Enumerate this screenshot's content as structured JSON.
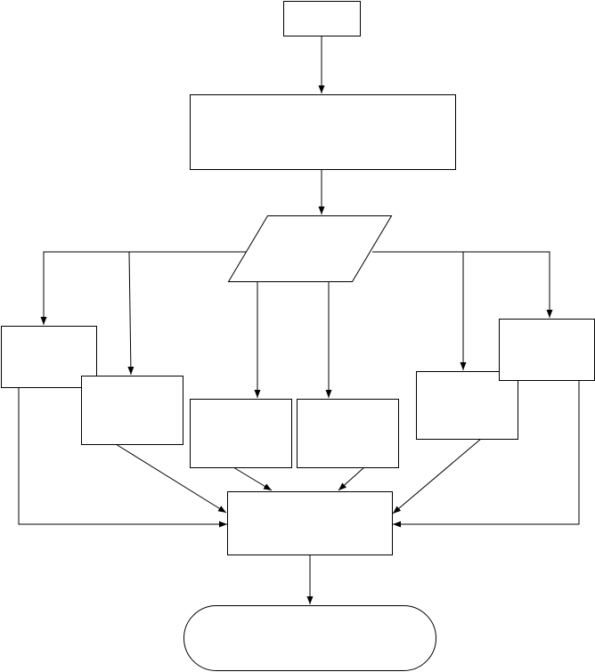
{
  "diagram": {
    "type": "flowchart",
    "colors": {
      "line": "#000000",
      "fill": "#ffffff",
      "background": "#ffffff"
    },
    "nodes": {
      "start": {
        "shape": "rectangle",
        "label": ""
      },
      "process_main": {
        "shape": "rectangle",
        "label": ""
      },
      "input_output": {
        "shape": "parallelogram",
        "label": ""
      },
      "branch_1": {
        "shape": "rectangle",
        "label": ""
      },
      "branch_2": {
        "shape": "rectangle",
        "label": ""
      },
      "branch_3": {
        "shape": "rectangle",
        "label": ""
      },
      "branch_4": {
        "shape": "rectangle",
        "label": ""
      },
      "branch_5": {
        "shape": "rectangle",
        "label": ""
      },
      "branch_6": {
        "shape": "rectangle",
        "label": ""
      },
      "merge": {
        "shape": "rectangle",
        "label": ""
      },
      "end": {
        "shape": "terminator",
        "label": ""
      }
    },
    "edges": [
      {
        "from": "start",
        "to": "process_main"
      },
      {
        "from": "process_main",
        "to": "input_output"
      },
      {
        "from": "input_output",
        "to": "branch_1"
      },
      {
        "from": "input_output",
        "to": "branch_2"
      },
      {
        "from": "input_output",
        "to": "branch_3"
      },
      {
        "from": "input_output",
        "to": "branch_4"
      },
      {
        "from": "input_output",
        "to": "branch_5"
      },
      {
        "from": "input_output",
        "to": "branch_6"
      },
      {
        "from": "branch_1",
        "to": "merge"
      },
      {
        "from": "branch_2",
        "to": "merge"
      },
      {
        "from": "branch_3",
        "to": "merge"
      },
      {
        "from": "branch_4",
        "to": "merge"
      },
      {
        "from": "branch_5",
        "to": "merge"
      },
      {
        "from": "branch_6",
        "to": "merge"
      },
      {
        "from": "merge",
        "to": "end"
      }
    ]
  }
}
